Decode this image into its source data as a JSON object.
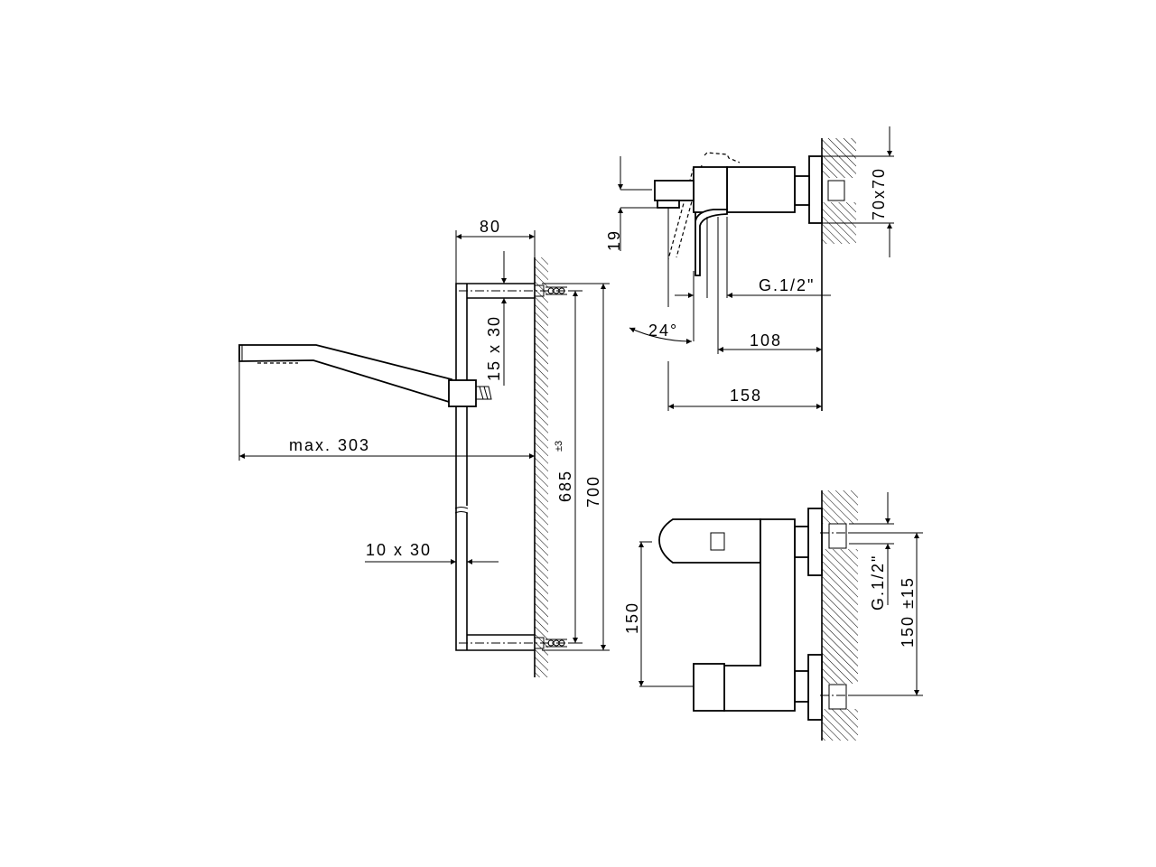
{
  "side_view": {
    "rail_depth": "80",
    "bar_section_top": "15 x 30",
    "shower_reach": "max. 303",
    "fixing_centers": "685",
    "fixing_tolerance": "±3",
    "rail_height": "700",
    "bar_section_rail": "10 x 30"
  },
  "mixer_top_view": {
    "spout_height": "19",
    "flange_size": "70x70",
    "connection": "G.1/2\"",
    "lever_angle": "24°",
    "depth_body": "108",
    "depth_total": "158"
  },
  "mixer_front_view": {
    "outlet_distance": "150",
    "connection": "G.1/2\"",
    "inlet_centers": "150 ±15"
  }
}
